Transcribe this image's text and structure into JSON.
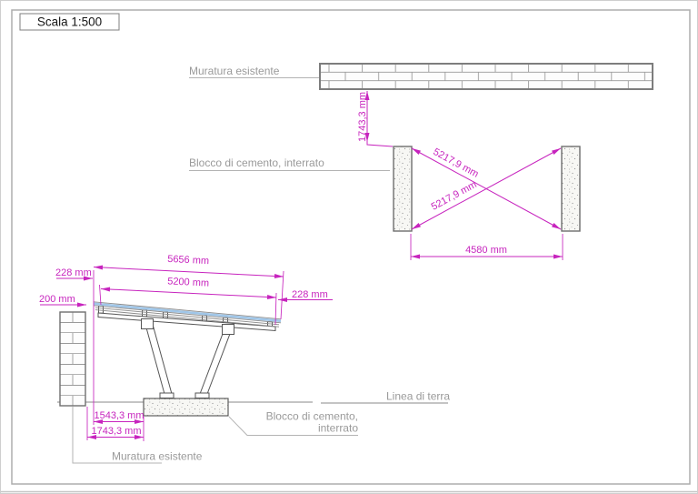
{
  "colors": {
    "dimension": "#c724be",
    "label_gray": "#9a9a9a",
    "drawing_line": "#555555",
    "panel_blue": "#a0c6e8"
  },
  "title_block": {
    "scale_label": "Scala 1:500"
  },
  "plan_view": {
    "wall_label": "Muratura esistente",
    "block_label": "Blocco di cemento, interrato",
    "dim_wall_to_block": "1743,3 mm",
    "dim_diagonal_1": "5217,9 mm",
    "dim_diagonal_2": "5217,9 mm",
    "dim_block_span": "4580 mm"
  },
  "elevation_view": {
    "ground_label": "Linea di terra",
    "block_label_line1": "Blocco di cemento,",
    "block_label_line2": "interrato",
    "wall_label": "Muratura esistente",
    "dim_panel_total": "5656 mm",
    "dim_panel_module": "5200 mm",
    "dim_overhang_left": "228 mm",
    "dim_overhang_right": "228 mm",
    "dim_wall_offset": "200 mm",
    "dim_panel_to_block": "1543,3 mm",
    "dim_wall_to_block": "1743,3 mm"
  }
}
